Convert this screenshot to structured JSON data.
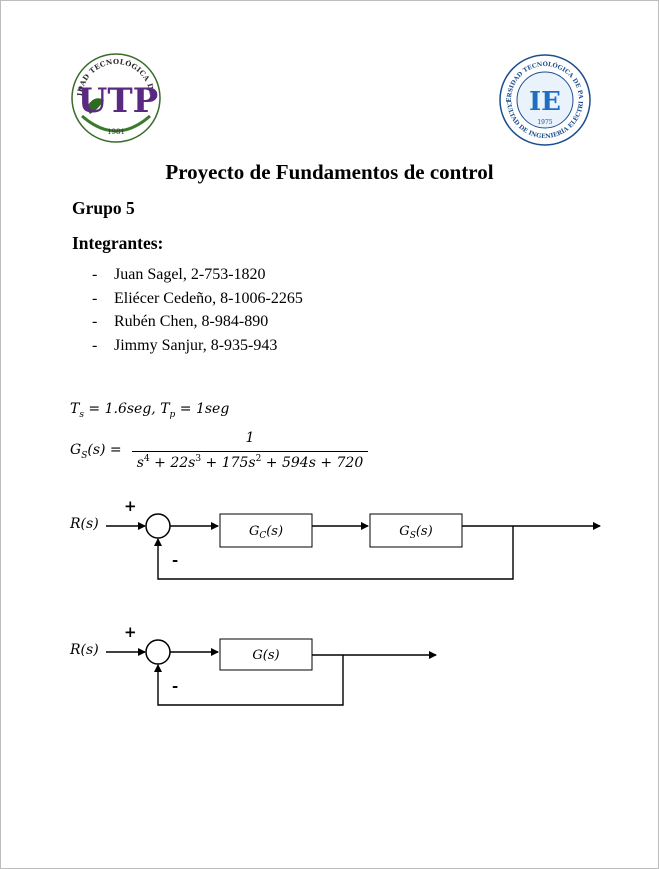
{
  "logos": {
    "left": {
      "name": "UTP",
      "ring_text": "UNIVERSIDAD TECNOLÓGICA DE PANAMÁ",
      "year": "1981"
    },
    "right": {
      "name": "IE",
      "ring_top": "UNIVERSIDAD TECNOLÓGICA DE PANAMÁ",
      "ring_bottom": "FACULTAD DE INGENIERÍA ELÉCTRICA",
      "year": "1975"
    }
  },
  "title": "Proyecto de Fundamentos de control",
  "group": "Grupo 5",
  "members_heading": "Integrantes:",
  "members": [
    "Juan Sagel, 2-753-1820",
    "Eliécer Cedeño, 8-1006-2265",
    "Rubén Chen, 8-984-890",
    "Jimmy Sanjur, 8-935-943"
  ],
  "specs": {
    "ts_value": "= 1.6seg,",
    "tp_value": "= 1seg"
  },
  "transfer": {
    "lhs": "(s) =",
    "numerator": "1",
    "denominator": {
      "a": "s",
      "p4": "4",
      "b": " + 22s",
      "p3": "3",
      "c": " + 175s",
      "p2": "2",
      "d": " + 594s + 720"
    }
  },
  "diagram1": {
    "input": "R(s)",
    "plus": "+",
    "minus": "-",
    "block1": {
      "base": "G",
      "sub": "C",
      "arg": "(s)"
    },
    "block2": {
      "base": "G",
      "sub": "S",
      "arg": "(s)"
    }
  },
  "diagram2": {
    "input": "R(s)",
    "plus": "+",
    "minus": "-",
    "block": "G(s)"
  }
}
